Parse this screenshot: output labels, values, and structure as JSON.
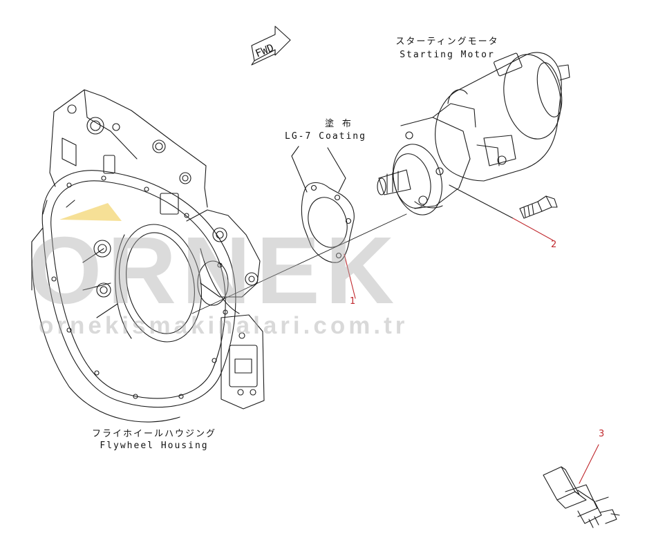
{
  "fwd_tag": "FWD",
  "labels": {
    "starting_motor_jp": "スターティングモータ",
    "starting_motor_en": "Starting Motor",
    "coating_jp": "塗 布",
    "coating_en": "LG-7 Coating",
    "flywheel_housing_jp": "フライホイールハウジング",
    "flywheel_housing_en": "Flywheel Housing"
  },
  "callouts": {
    "part_1": "1",
    "part_2": "2",
    "part_3": "3"
  },
  "watermark": {
    "brand": "ORNEK",
    "url": "ornekismakinalari.com.tr"
  },
  "colors": {
    "callout": "#c0282d",
    "watermark": "#aaaaaa",
    "watermark_accent": "#f2d36a"
  }
}
